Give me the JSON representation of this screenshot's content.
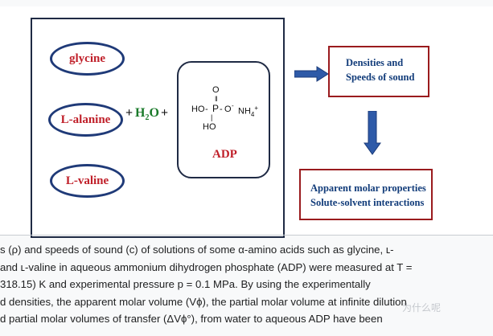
{
  "figure": {
    "amino_acids": [
      "glycine",
      "L-alanine",
      "L-valine"
    ],
    "plus1": "+",
    "water_h": "H",
    "water_sub": "2",
    "water_o": "O",
    "plus2": "+",
    "adp_label": "ADP",
    "phosphate": {
      "o_top": "O",
      "ho_left": "HO",
      "p": "P",
      "o_minus": "O",
      "minus": "-",
      "ho_bottom": "HO",
      "ammonium": "NH",
      "ammonium_sub": "4",
      "ammonium_sup": "+"
    },
    "result_box_1": [
      "Densities  and",
      "Speeds of sound"
    ],
    "result_box_2": [
      "Apparent molar properties",
      "Solute-solvent interactions"
    ],
    "colors": {
      "frame": "#1f2a44",
      "ellipse_border": "#1f3a78",
      "amino_text": "#c0202a",
      "water": "#1a7a2a",
      "result_border": "#9a1b1e",
      "result_text": "#123c7a",
      "arrow": "#2e5aa8"
    }
  },
  "caption_lines": [
    "s (ρ) and speeds of sound (c) of solutions of some α-amino acids such as glycine, ʟ-",
    "and ʟ-valine in aqueous ammonium dihydrogen phosphate (ADP) were measured at T =",
    "318.15) K and experimental pressure p = 0.1 MPa. By using the experimentally",
    "d densities, the apparent molar volume (Vϕ), the partial molar volume at infinite dilution",
    "d partial molar volumes of transfer (ΔVϕ°), from water to aqueous ADP have been"
  ],
  "watermark": "为什么呢"
}
